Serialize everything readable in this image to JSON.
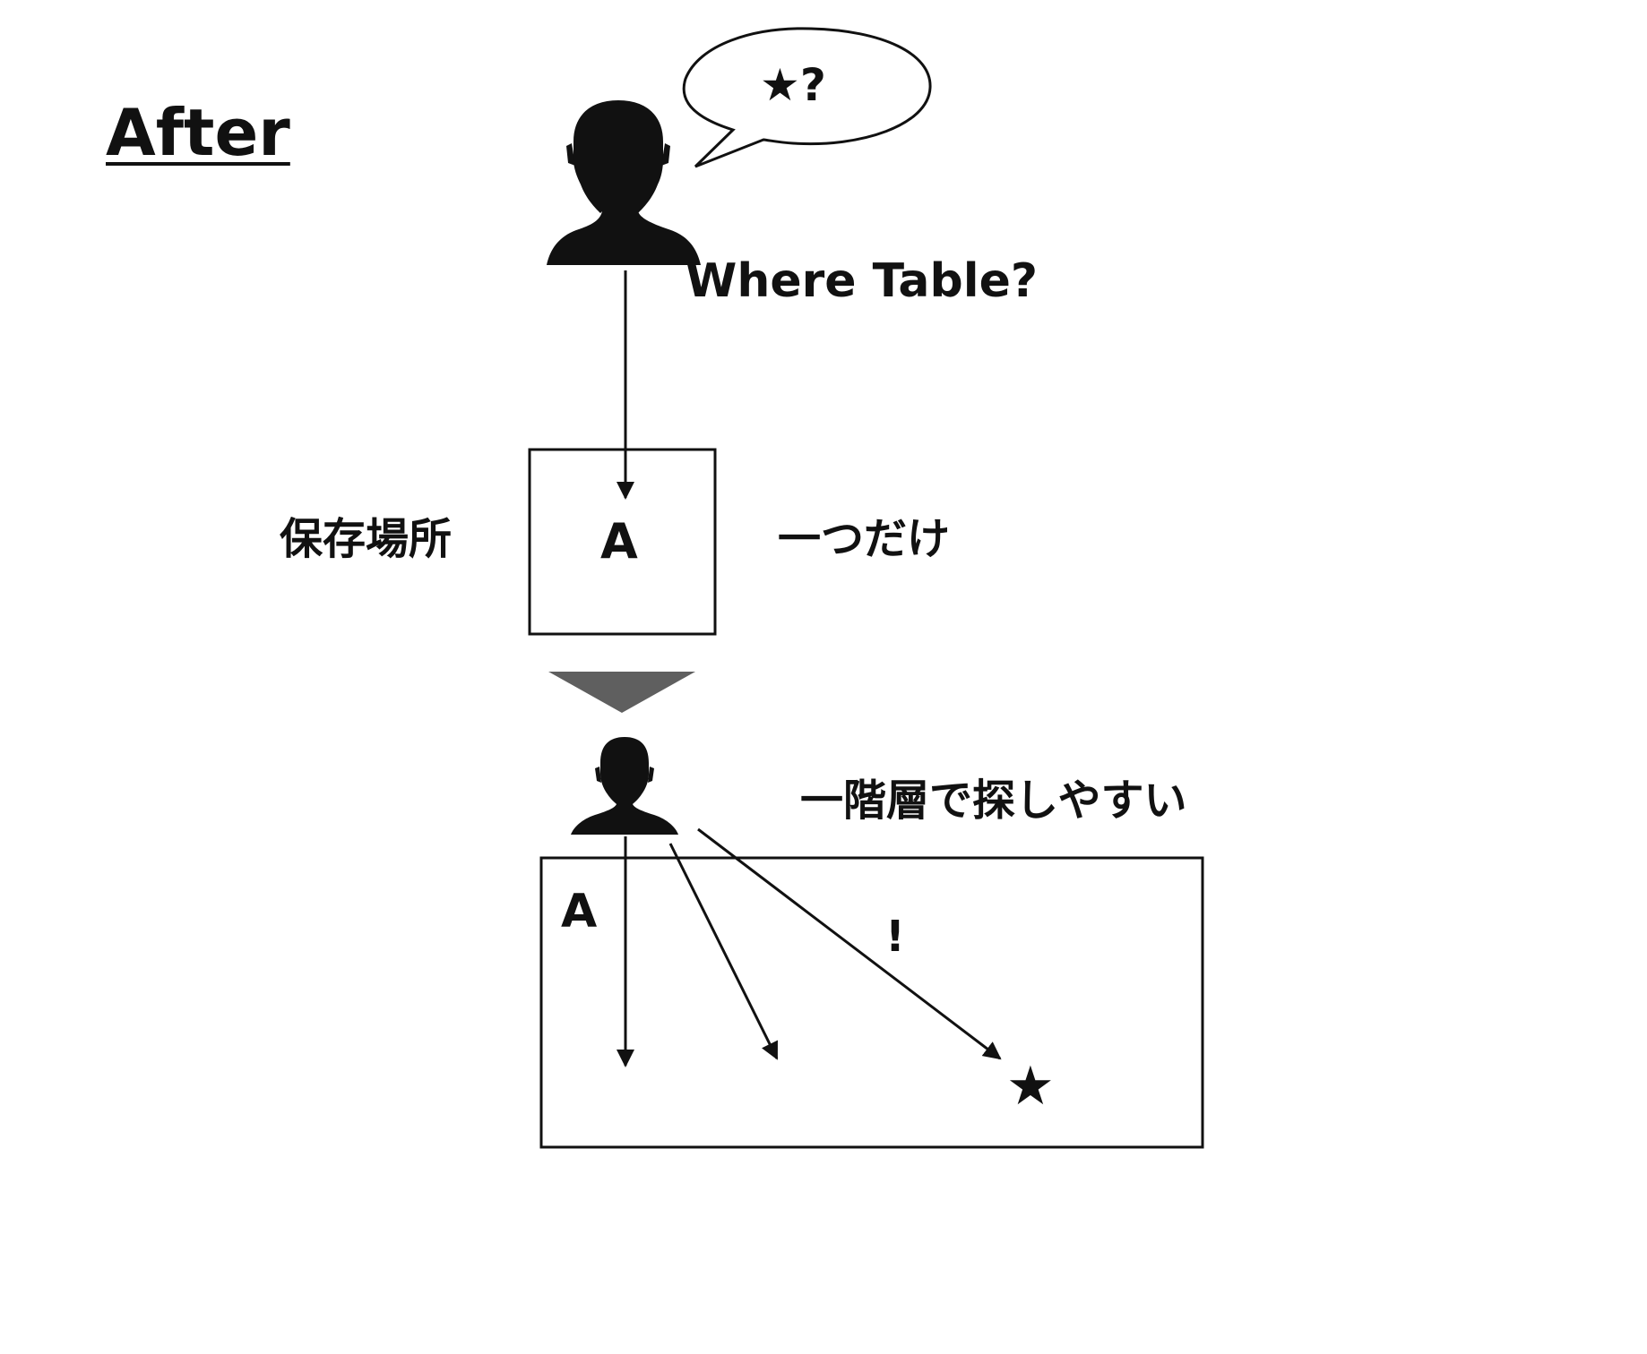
{
  "title": "After",
  "speech_bubble": {
    "text": "★?"
  },
  "question": "Where Table?",
  "storage": {
    "left_label": "保存場所",
    "box_label": "A",
    "right_label": "一つだけ"
  },
  "search": {
    "description": "一階層で探しやすい",
    "box_label": "A",
    "exclamation": "!",
    "star": "★"
  },
  "colors": {
    "ink": "#111111",
    "funnel": "#5f5f5f",
    "background": "#ffffff"
  }
}
